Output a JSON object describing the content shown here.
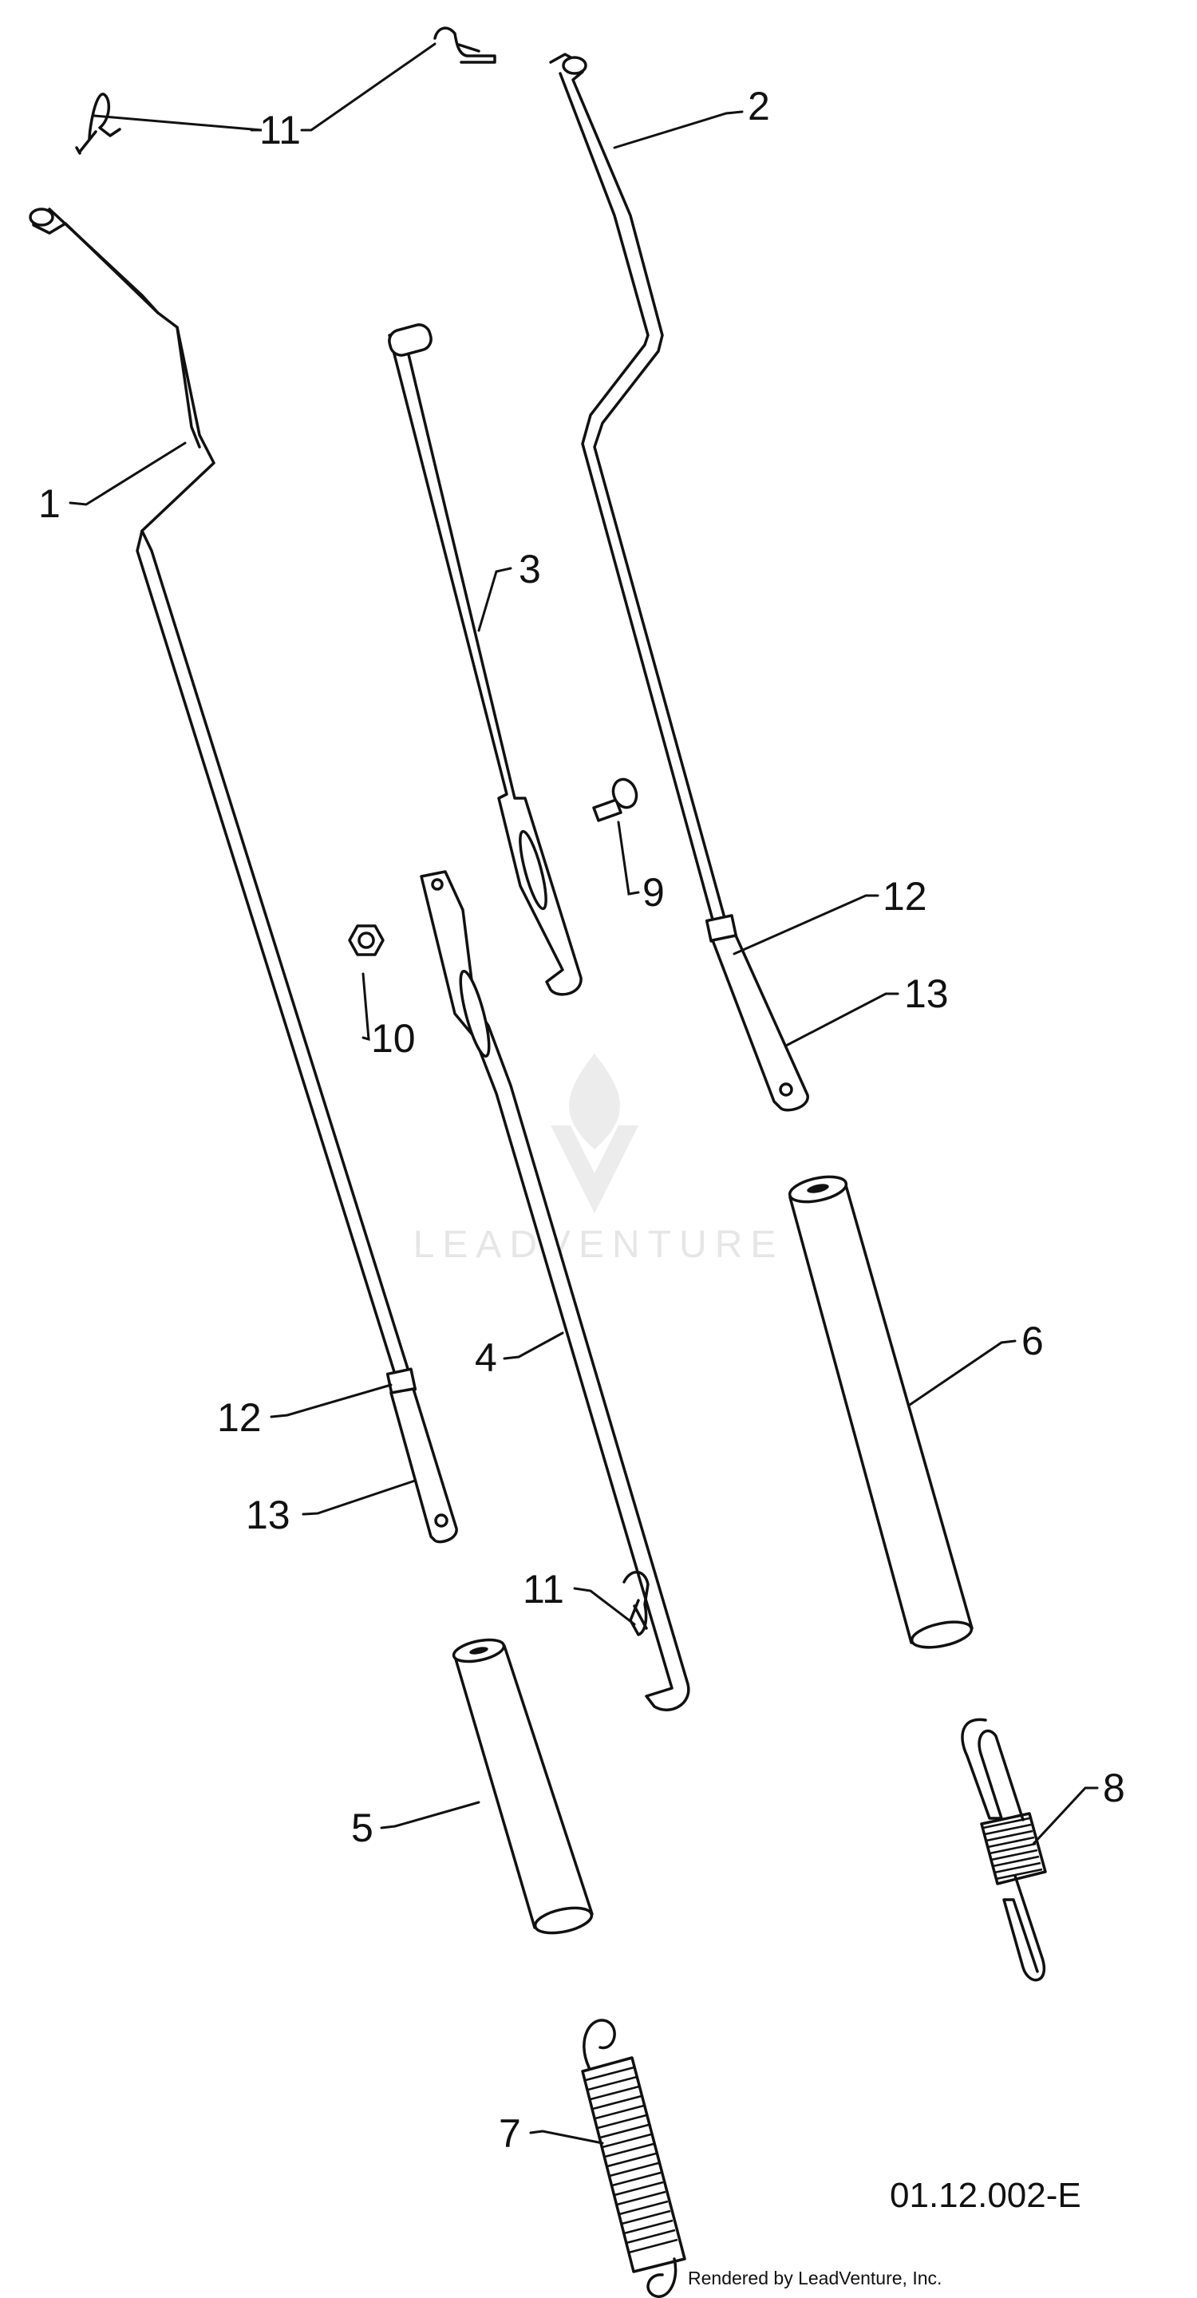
{
  "callouts": {
    "c1": "1",
    "c2": "2",
    "c3": "3",
    "c4": "4",
    "c5": "5",
    "c6": "6",
    "c7": "7",
    "c8": "8",
    "c9": "9",
    "c10": "10",
    "c11a": "11",
    "c11b": "11",
    "c12a": "12",
    "c12b": "12",
    "c13a": "13",
    "c13b": "13"
  },
  "diagram_code": "01.12.002-E",
  "watermark": {
    "text": "LEADVENTURE"
  },
  "credit": "Rendered by LeadVenture, Inc."
}
